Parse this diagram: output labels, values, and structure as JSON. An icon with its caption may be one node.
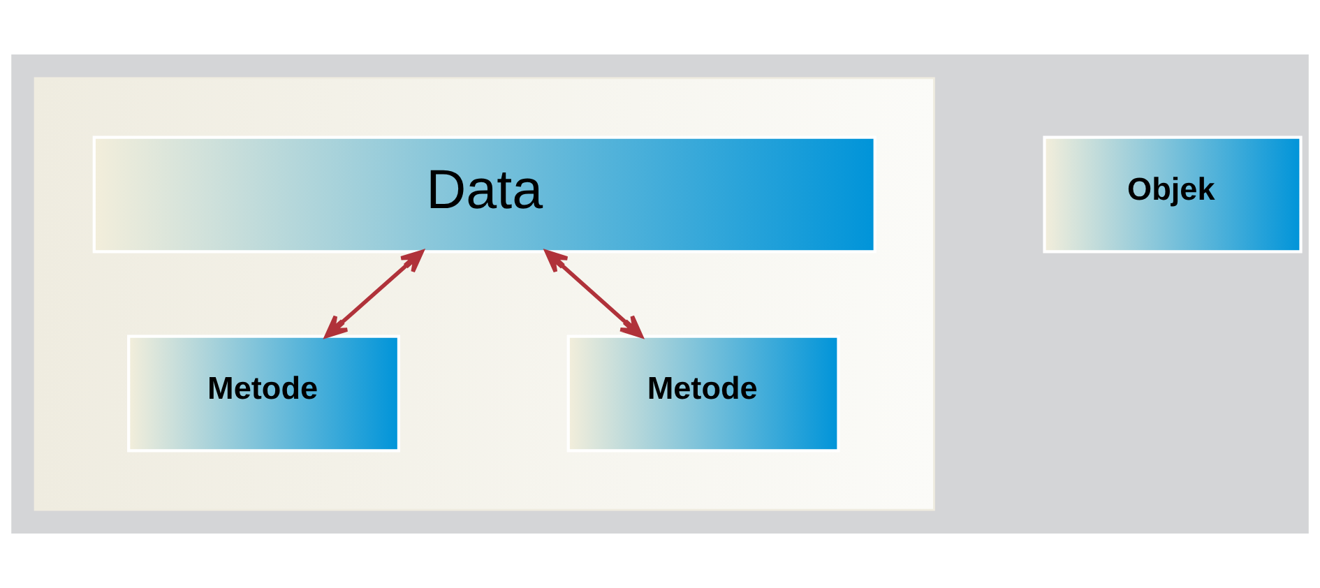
{
  "diagram": {
    "nodes": [
      {
        "text": [],
        "shape": "box"
      },
      {
        "text": [
          "Data"
        ],
        "in": 0
      },
      {
        "text": [
          "Metode"
        ],
        "in": 0
      },
      {
        "text": [
          "Metode"
        ],
        "in": 0
      },
      {
        "text": [
          "Objek"
        ]
      }
    ],
    "edges": [
      {
        "from": 1,
        "to": 2,
        "arrow": "both"
      },
      {
        "from": 1,
        "to": 3,
        "arrow": "both"
      }
    ]
  }
}
